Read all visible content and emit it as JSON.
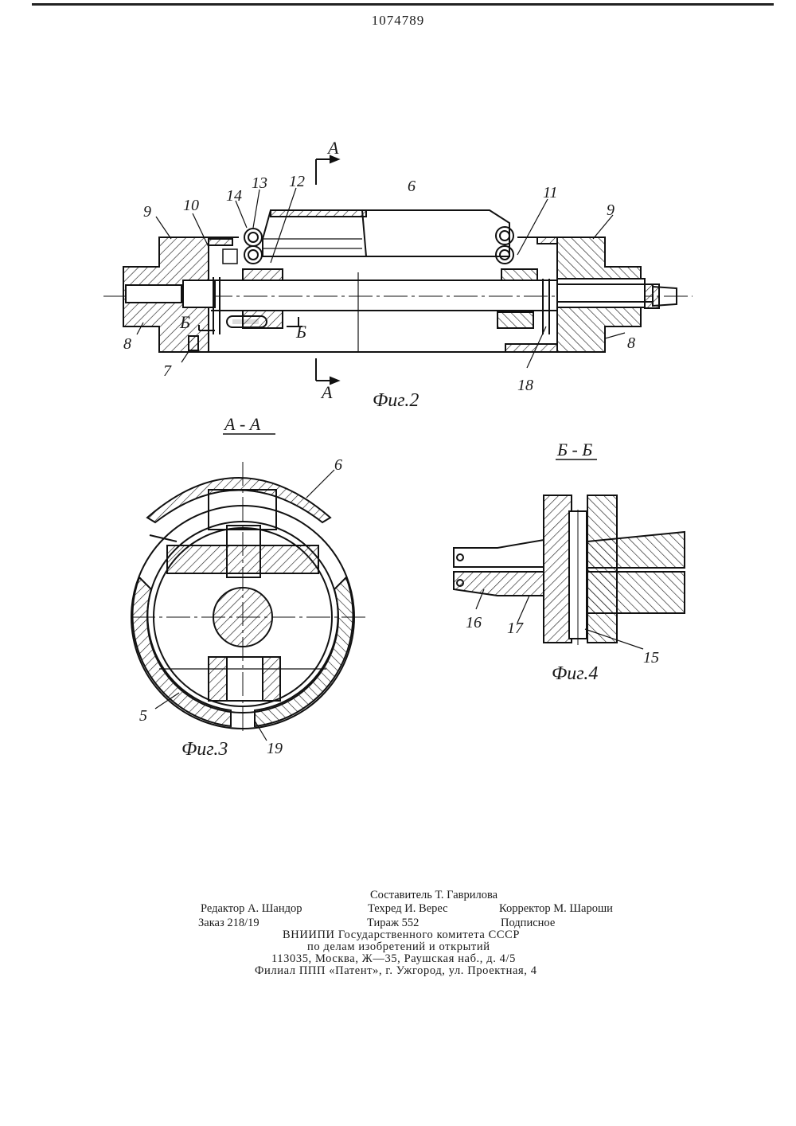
{
  "header": {
    "patent_number": "1074789"
  },
  "figures": {
    "fig2": {
      "caption": "Фиг.2",
      "section_marks": [
        "А",
        "А",
        "Б",
        "Б"
      ],
      "labels": [
        "9",
        "10",
        "14",
        "13",
        "12",
        "6",
        "11",
        "9",
        "8",
        "7",
        "18",
        "8"
      ]
    },
    "fig3": {
      "section_title": "А - А",
      "caption": "Фиг.3",
      "labels": [
        "6",
        "5",
        "19"
      ]
    },
    "fig4": {
      "section_title": "Б - Б",
      "caption": "Фиг.4",
      "labels": [
        "16",
        "17",
        "15"
      ]
    }
  },
  "imprint": {
    "compiler": "Составитель Т. Гаврилова",
    "editor": "Редактор А. Шандор",
    "techred": "Техред И. Верес",
    "corrector": "Корректор М. Шароши",
    "order": "Заказ 218/19",
    "circulation": "Тираж 552",
    "subscription": "Подписное",
    "org1": "ВНИИПИ Государственного комитета СССР",
    "org2": "по делам изобретений и открытий",
    "address": "113035, Москва, Ж—35, Раушская наб., д. 4/5",
    "branch": "Филиал ППП «Патент», г. Ужгород, ул. Проектная, 4"
  }
}
